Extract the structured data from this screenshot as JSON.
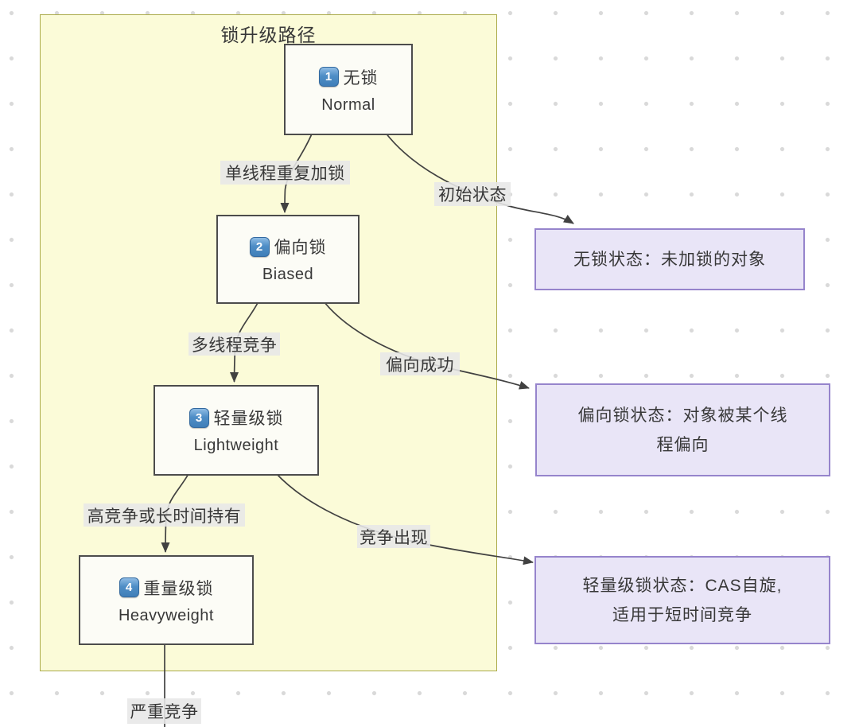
{
  "cluster": {
    "title": "锁升级路径"
  },
  "nodes": [
    {
      "badge": "1",
      "zh": "无锁",
      "en": "Normal"
    },
    {
      "badge": "2",
      "zh": "偏向锁",
      "en": "Biased"
    },
    {
      "badge": "3",
      "zh": "轻量级锁",
      "en": "Lightweight"
    },
    {
      "badge": "4",
      "zh": "重量级锁",
      "en": "Heavyweight"
    }
  ],
  "edge_labels": {
    "n1_n2": "单线程重复加锁",
    "n1_s1": "初始状态",
    "n2_n3": "多线程竞争",
    "n2_s2": "偏向成功",
    "n3_n4": "高竞争或长时间持有",
    "n3_s3": "竞争出现",
    "n4_down": "严重竞争"
  },
  "state_boxes": [
    {
      "lines": [
        "无锁状态：未加锁的对象"
      ]
    },
    {
      "lines": [
        "偏向锁状态：对象被某个线",
        "程偏向"
      ]
    },
    {
      "lines": [
        "轻量级锁状态：CAS自旋,",
        "适用于短时间竞争"
      ]
    }
  ],
  "colors": {
    "cluster_fill": "#fbfbd8",
    "cluster_border": "#abab4a",
    "node_fill": "#fcfcf6",
    "node_border": "#4c4c4c",
    "state_fill": "#e9e5f7",
    "state_border": "#9684cc",
    "edge": "#414141",
    "badge_blue": "#3f7eb8",
    "text": "#383838"
  }
}
